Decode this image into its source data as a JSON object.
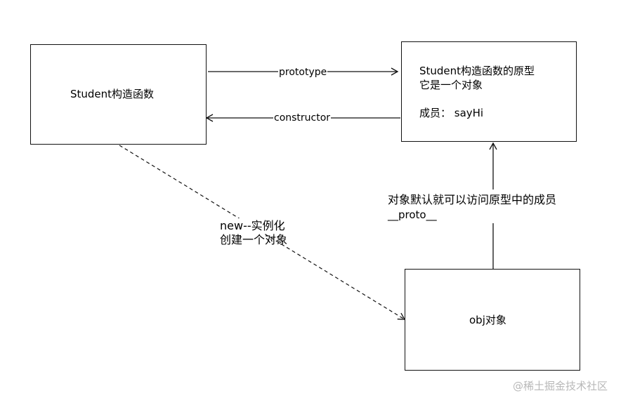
{
  "diagram": {
    "nodes": {
      "constructor": {
        "label": "Student构造函数"
      },
      "prototype": {
        "line1": "Student构造函数的原型",
        "line2": "它是一个对象",
        "line3": "成员： sayHi"
      },
      "instance": {
        "label": "obj对象"
      }
    },
    "edges": {
      "prototype_label": "prototype",
      "constructor_label": "constructor",
      "new_line1": "new--实例化",
      "new_line2": "创建一个对象",
      "proto_line1": "对象默认就可以访问原型中的成员",
      "proto_line2": "__proto__"
    },
    "colors": {
      "stroke": "#111111",
      "watermark": "#b8b8b8"
    }
  },
  "watermark": "@稀土掘金技术社区"
}
